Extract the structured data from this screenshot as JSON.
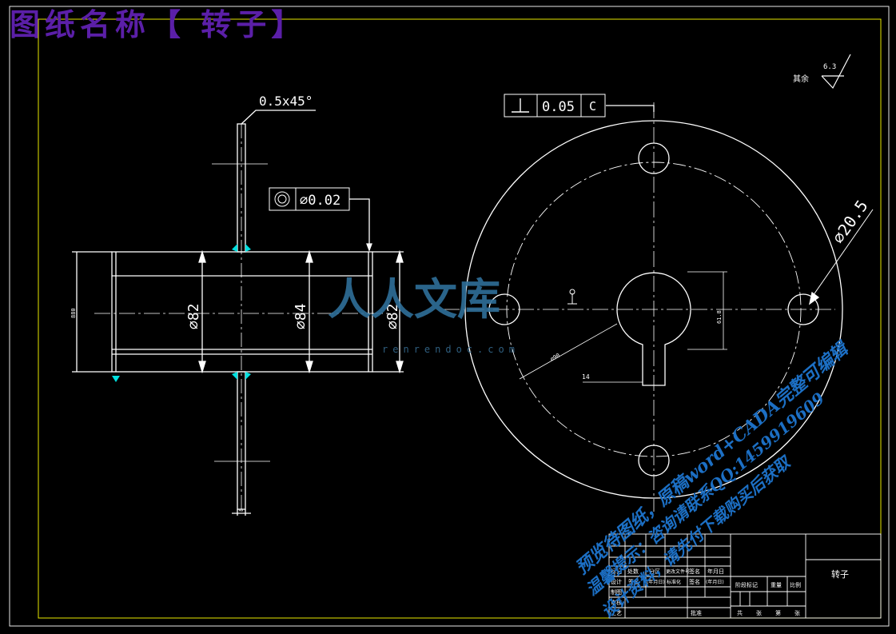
{
  "header": {
    "title": "图纸名称【 转子】"
  },
  "side_view": {
    "chamfer_label": "0.5x45°",
    "concentricity_tolerance": "∅0.02",
    "dim_left": "∅82",
    "dim_mid": "∅84",
    "dim_right": "∅82",
    "dim_length": "880",
    "dim_width": "8"
  },
  "front_view": {
    "perpendicularity_tolerance": "0.05",
    "datum": "C",
    "hole_circle_dia": "∅20.5",
    "bore_dim": "61.8",
    "keyway_width": "14",
    "pcd_dim": "∅90",
    "roughness_label": "其余",
    "roughness_value": "6.3"
  },
  "title_block": {
    "part_name": "转子",
    "row1": [
      "标记",
      "处数",
      "分区",
      "更改文件号",
      "签名",
      "年月日"
    ],
    "row2": [
      "设计",
      "签名",
      "(年月日)",
      "标准化",
      "签名",
      "(年月日)"
    ],
    "row_design": "制图",
    "row_check": "审核",
    "row_process": "工艺",
    "approve": "批准",
    "stage_label": "阶段标记",
    "weight_label": "重量",
    "scale_label": "比例",
    "sheet_total": "共",
    "sheet_unit1": "张",
    "sheet_no": "第",
    "sheet_unit2": "张"
  },
  "watermark": {
    "logo_text": "人人文库",
    "logo_url": "renrendoc.com",
    "line1": "预览待图纸，原稿word+CADA完整可编辑",
    "line2": "温馨提示：咨询请联系QQ:1459919609",
    "line3": "设计资料，请先付下载购买后获取"
  }
}
